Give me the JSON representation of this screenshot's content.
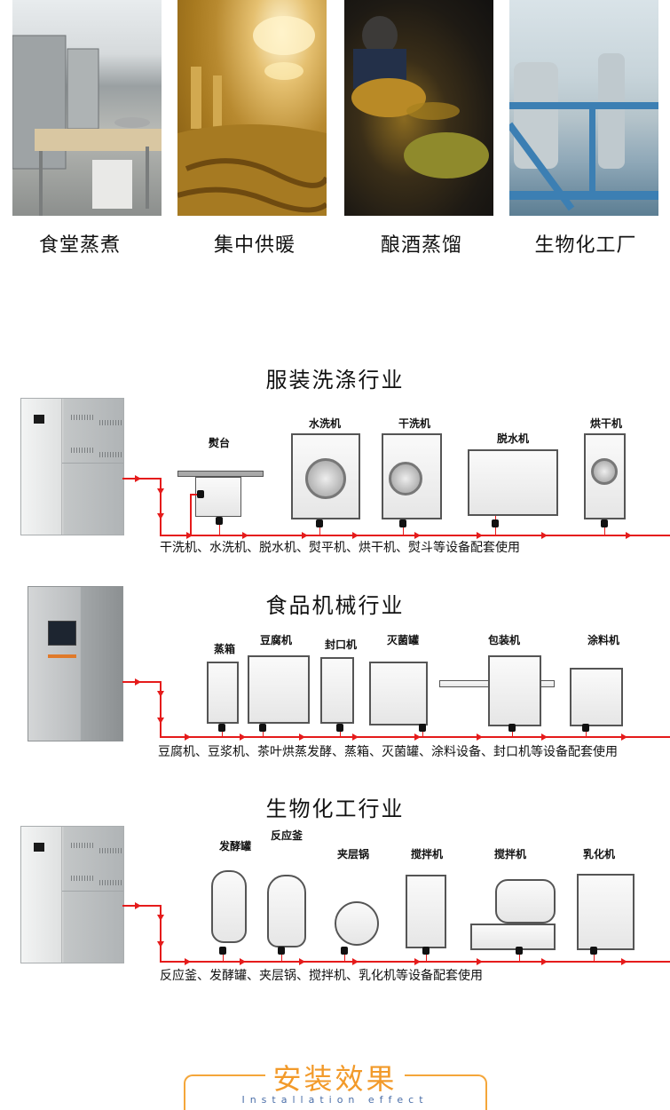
{
  "applications": [
    {
      "label": "食堂蒸煮",
      "image": "canteen-kitchen-photo"
    },
    {
      "label": "集中供暖",
      "image": "hotel-hall-photo"
    },
    {
      "label": "酿酒蒸馏",
      "image": "brewing-grain-photo"
    },
    {
      "label": "生物化工厂",
      "image": "chemical-plant-photo"
    }
  ],
  "industries": [
    {
      "title": "服装洗涤行业",
      "machines": [
        "熨台",
        "水洗机",
        "干洗机",
        "脱水机",
        "烘干机"
      ],
      "caption": "干洗机、水洗机、脱水机、熨平机、烘干机、熨斗等设备配套使用"
    },
    {
      "title": "食品机械行业",
      "machines": [
        "蒸箱",
        "豆腐机",
        "封口机",
        "灭菌罐",
        "包装机",
        "涂料机"
      ],
      "caption": "豆腐机、豆浆机、茶叶烘蒸发酵、蒸箱、灭菌罐、涂料设备、封口机等设备配套使用"
    },
    {
      "title": "生物化工行业",
      "machines": [
        "发酵罐",
        "反应釜",
        "夹层锅",
        "搅拌机",
        "搅拌机",
        "乳化机"
      ],
      "caption": "反应釜、发酵罐、夹层锅、搅拌机、乳化机等设备配套使用"
    }
  ],
  "install": {
    "title": "安装效果",
    "subtitle": "Installation effect"
  },
  "colors": {
    "pipe": "#e51b1b",
    "accent_orange": "#f29a2a",
    "subtitle_blue": "#4a6ea8"
  }
}
